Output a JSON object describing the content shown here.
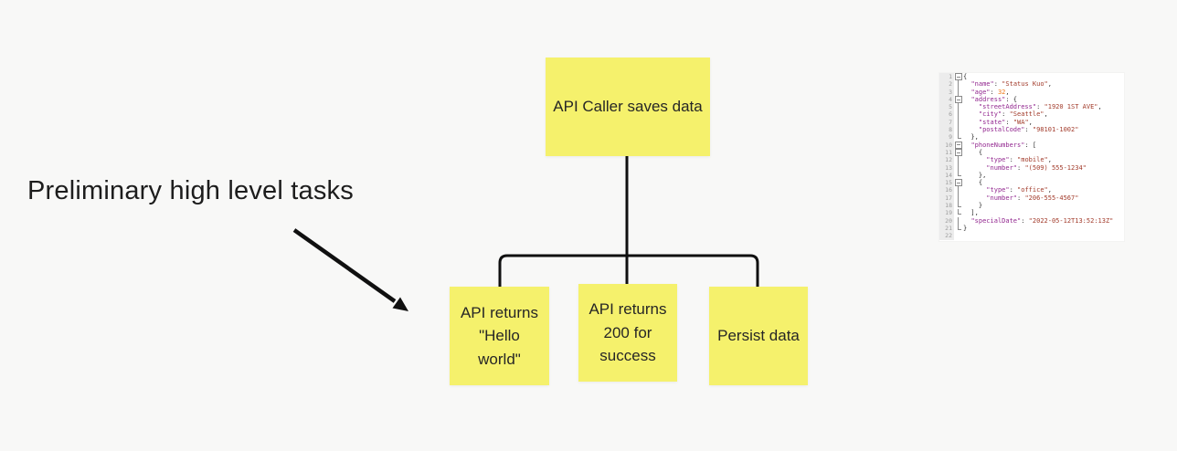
{
  "colors": {
    "canvas_bg": "#f8f8f7",
    "sticky_yellow": "#f5f16c",
    "ink": "#101010",
    "title_color": "#1d1d1d",
    "note_text": "#262626",
    "code_bg": "#ffffff",
    "gutter_bg": "#ececec",
    "line_number": "#9c9c9c",
    "fold_gray": "#8a8a8a",
    "code_key": "#92278f",
    "code_string": "#a23b2b",
    "code_number": "#f07818",
    "code_punct": "#2f2f2f"
  },
  "title": {
    "text": "Preliminary high level tasks"
  },
  "flowchart": {
    "root": {
      "label": "API Caller saves data"
    },
    "children": [
      {
        "label": "API returns\n\"Hello\nworld\""
      },
      {
        "label": "API returns\n200 for\nsuccess"
      },
      {
        "label": "Persist data"
      }
    ]
  },
  "code_panel": {
    "lines": [
      {
        "n": 1,
        "fold": "start",
        "text": "{"
      },
      {
        "n": 2,
        "fold": "line",
        "text": "  \"name\": \"Status Kuo\","
      },
      {
        "n": 3,
        "fold": "line",
        "text": "  \"age\": 32,"
      },
      {
        "n": 4,
        "fold": "start",
        "text": "  \"address\": {"
      },
      {
        "n": 5,
        "fold": "line",
        "text": "    \"streetAddress\": \"1920 1ST AVE\","
      },
      {
        "n": 6,
        "fold": "line",
        "text": "    \"city\": \"Seattle\","
      },
      {
        "n": 7,
        "fold": "line",
        "text": "    \"state\": \"WA\","
      },
      {
        "n": 8,
        "fold": "line",
        "text": "    \"postalCode\": \"98101-1002\""
      },
      {
        "n": 9,
        "fold": "end",
        "text": "  },"
      },
      {
        "n": 10,
        "fold": "start",
        "text": "  \"phoneNumbers\": ["
      },
      {
        "n": 11,
        "fold": "start",
        "text": "    {"
      },
      {
        "n": 12,
        "fold": "line",
        "text": "      \"type\": \"mobile\","
      },
      {
        "n": 13,
        "fold": "line",
        "text": "      \"number\": \"(509) 555-1234\""
      },
      {
        "n": 14,
        "fold": "end",
        "text": "    },"
      },
      {
        "n": 15,
        "fold": "start",
        "text": "    {"
      },
      {
        "n": 16,
        "fold": "line",
        "text": "      \"type\": \"office\","
      },
      {
        "n": 17,
        "fold": "line",
        "text": "      \"number\": \"206-555-4567\""
      },
      {
        "n": 18,
        "fold": "end",
        "text": "    }"
      },
      {
        "n": 19,
        "fold": "end",
        "text": "  ],"
      },
      {
        "n": 20,
        "fold": "line",
        "text": "  \"specialDate\": \"2022-05-12T13:52:13Z\""
      },
      {
        "n": 21,
        "fold": "end",
        "text": "}"
      },
      {
        "n": 22,
        "fold": "none",
        "text": ""
      }
    ]
  }
}
